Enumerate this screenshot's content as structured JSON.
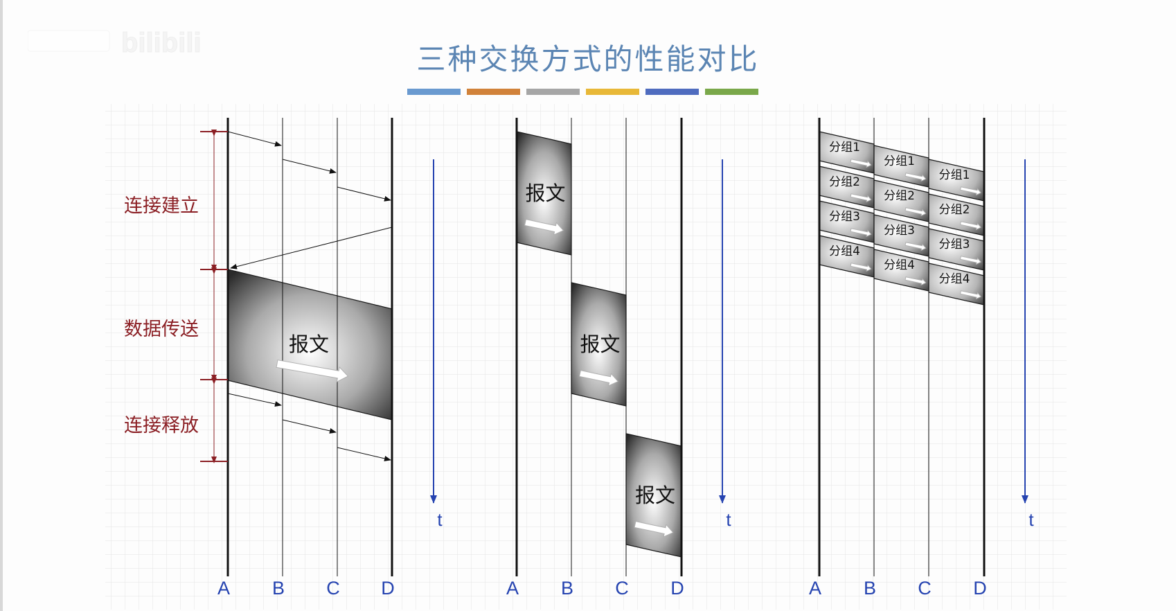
{
  "title": "三种交换方式的性能对比",
  "watermark": {
    "label": "bilibili"
  },
  "color_bar": [
    "#6a9ad0",
    "#d1823a",
    "#a6a6a6",
    "#e8b838",
    "#4f6cbf",
    "#7aa84a"
  ],
  "phases": {
    "setup": "连接建立",
    "transfer": "数据传送",
    "release": "连接释放"
  },
  "nodes": [
    "A",
    "B",
    "C",
    "D"
  ],
  "time_label": "t",
  "message_label": "报文",
  "packet_prefix": "分组",
  "packets": [
    "分组1",
    "分组2",
    "分组3",
    "分组4"
  ],
  "colors": {
    "phase": "#8b1f24",
    "axis": "#2543b0",
    "line": "#111111"
  }
}
